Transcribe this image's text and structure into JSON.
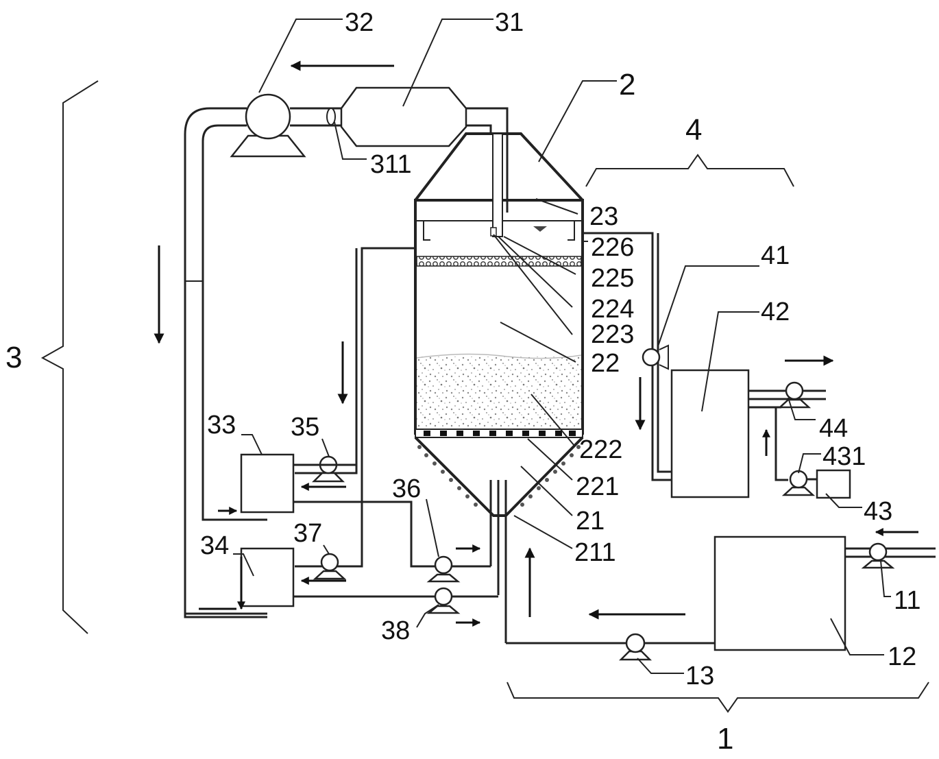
{
  "labels": {
    "l32": "32",
    "l31": "31",
    "l2": "2",
    "l311": "311",
    "l4": "4",
    "l23": "23",
    "l226": "226",
    "l41": "41",
    "l225": "225",
    "l224": "224",
    "l42": "42",
    "l223": "223",
    "l3": "3",
    "l22": "22",
    "l33": "33",
    "l35": "35",
    "l44": "44",
    "l222": "222",
    "l431": "431",
    "l221": "221",
    "l36": "36",
    "l21": "21",
    "l43": "43",
    "l37": "37",
    "l34": "34",
    "l211": "211",
    "l11": "11",
    "l38": "38",
    "l12": "12",
    "l13": "13",
    "l1": "1"
  },
  "colors": {
    "line": "#222222",
    "background": "#ffffff"
  }
}
